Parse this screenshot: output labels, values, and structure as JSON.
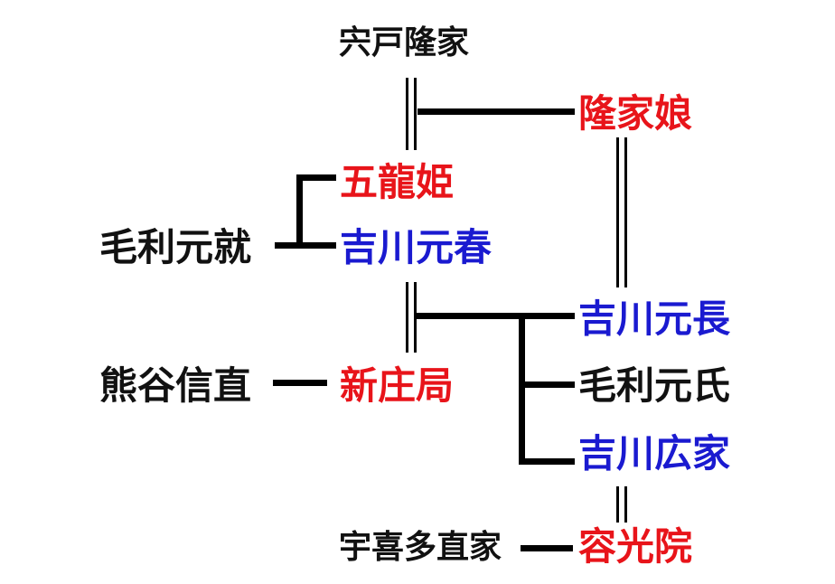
{
  "colors": {
    "black": "#111111",
    "red": "#e8141a",
    "blue": "#1a1ad0",
    "line": "#000000"
  },
  "nodes": {
    "shishido_takaie": {
      "label": "宍戸隆家",
      "color": "black"
    },
    "takaie_musume": {
      "label": "隆家娘",
      "color": "red"
    },
    "goryuhime": {
      "label": "五龍姫",
      "color": "red"
    },
    "mori_motonari": {
      "label": "毛利元就",
      "color": "black"
    },
    "kikkawa_motoharu": {
      "label": "吉川元春",
      "color": "blue"
    },
    "kikkawa_motonaga": {
      "label": "吉川元長",
      "color": "blue"
    },
    "kumagai_nobunao": {
      "label": "熊谷信直",
      "color": "black"
    },
    "shinjo_tsubone": {
      "label": "新庄局",
      "color": "red"
    },
    "mori_motouji": {
      "label": "毛利元氏",
      "color": "black"
    },
    "kikkawa_hiroie": {
      "label": "吉川広家",
      "color": "blue"
    },
    "ukita_naoie": {
      "label": "宇喜多直家",
      "color": "black"
    },
    "yokoin": {
      "label": "容光院",
      "color": "red"
    }
  }
}
